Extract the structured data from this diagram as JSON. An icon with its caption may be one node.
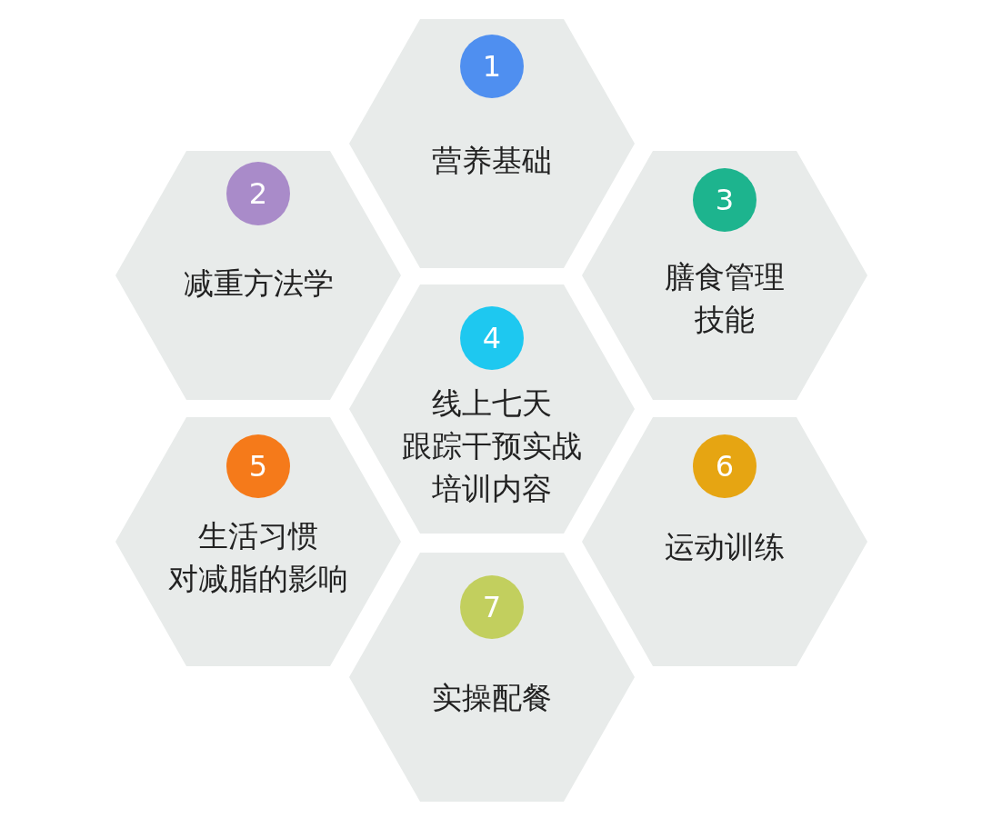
{
  "diagram": {
    "nodes": [
      {
        "text": [
          "营养基础"
        ]
      },
      {
        "text": [
          "1"
        ],
        "in": 0
      },
      {
        "text": [
          "减重方法学"
        ]
      },
      {
        "text": [
          "2"
        ],
        "in": 2
      },
      {
        "text": [
          "膳食管理技能"
        ]
      },
      {
        "text": [
          "3"
        ],
        "in": 4
      },
      {
        "text": [
          "线上七天跟踪干预实战培训内容"
        ]
      },
      {
        "text": [
          "4"
        ],
        "in": 6
      },
      {
        "text": [
          "生活习惯对减脂的影响"
        ]
      },
      {
        "text": [
          "5"
        ],
        "in": 8
      },
      {
        "text": [
          "运动训练"
        ]
      },
      {
        "text": [
          "6"
        ],
        "in": 10
      },
      {
        "text": [
          "实操配餐"
        ]
      },
      {
        "text": [
          "7"
        ],
        "in": 12
      }
    ]
  }
}
